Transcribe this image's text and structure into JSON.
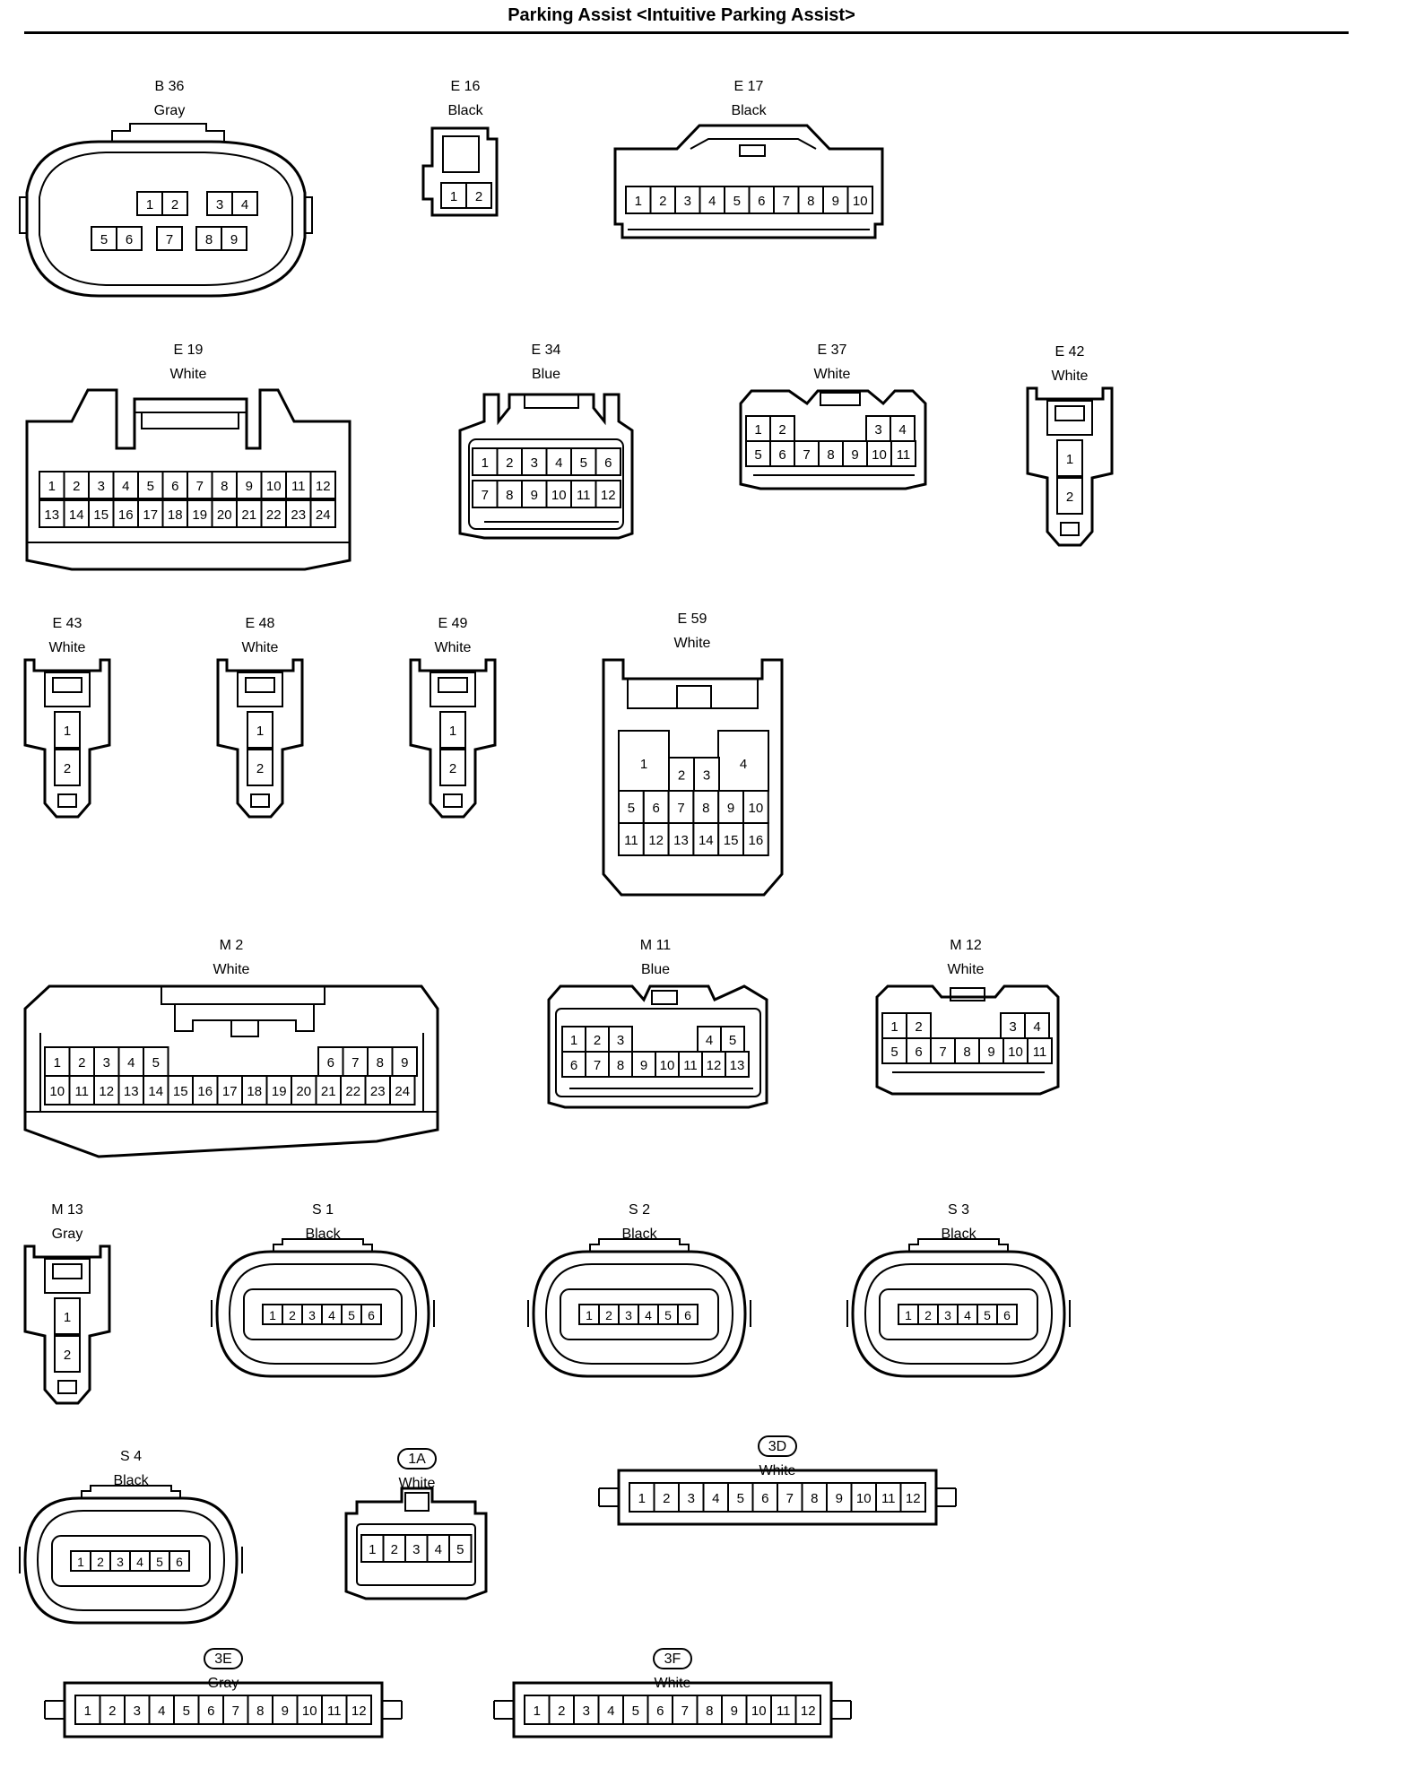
{
  "title": "Parking Assist <Intuitive Parking Assist>",
  "connectors": [
    {
      "id": "B 36",
      "color": "Gray",
      "kind": "oval9",
      "pins": [
        "1",
        "2",
        "3",
        "4",
        "5",
        "6",
        "7",
        "8",
        "9"
      ]
    },
    {
      "id": "E 16",
      "color": "Black",
      "kind": "small2h",
      "pins": [
        "1",
        "2"
      ]
    },
    {
      "id": "E 17",
      "color": "Black",
      "kind": "row10",
      "pins": [
        "1",
        "2",
        "3",
        "4",
        "5",
        "6",
        "7",
        "8",
        "9",
        "10"
      ]
    },
    {
      "id": "E 19",
      "color": "White",
      "kind": "grid24",
      "pins": [
        "1",
        "2",
        "3",
        "4",
        "5",
        "6",
        "7",
        "8",
        "9",
        "10",
        "11",
        "12",
        "13",
        "14",
        "15",
        "16",
        "17",
        "18",
        "19",
        "20",
        "21",
        "22",
        "23",
        "24"
      ]
    },
    {
      "id": "E 34",
      "color": "Blue",
      "kind": "grid12",
      "pins": [
        "1",
        "2",
        "3",
        "4",
        "5",
        "6",
        "7",
        "8",
        "9",
        "10",
        "11",
        "12"
      ]
    },
    {
      "id": "E 37",
      "color": "White",
      "kind": "grid11",
      "pins": [
        "1",
        "2",
        "3",
        "4",
        "5",
        "6",
        "7",
        "8",
        "9",
        "10",
        "11"
      ]
    },
    {
      "id": "E 42",
      "color": "White",
      "kind": "vert2",
      "pins": [
        "1",
        "2"
      ]
    },
    {
      "id": "E 43",
      "color": "White",
      "kind": "vert2",
      "pins": [
        "1",
        "2"
      ]
    },
    {
      "id": "E 48",
      "color": "White",
      "kind": "vert2",
      "pins": [
        "1",
        "2"
      ]
    },
    {
      "id": "E 49",
      "color": "White",
      "kind": "vert2",
      "pins": [
        "1",
        "2"
      ]
    },
    {
      "id": "E 59",
      "color": "White",
      "kind": "grid16",
      "pins": [
        "1",
        "2",
        "3",
        "4",
        "5",
        "6",
        "7",
        "8",
        "9",
        "10",
        "11",
        "12",
        "13",
        "14",
        "15",
        "16"
      ]
    },
    {
      "id": "M 2",
      "color": "White",
      "kind": "grid24b",
      "pins": [
        "1",
        "2",
        "3",
        "4",
        "5",
        "6",
        "7",
        "8",
        "9",
        "10",
        "11",
        "12",
        "13",
        "14",
        "15",
        "16",
        "17",
        "18",
        "19",
        "20",
        "21",
        "22",
        "23",
        "24"
      ]
    },
    {
      "id": "M 11",
      "color": "Blue",
      "kind": "grid13",
      "pins": [
        "1",
        "2",
        "3",
        "4",
        "5",
        "6",
        "7",
        "8",
        "9",
        "10",
        "11",
        "12",
        "13"
      ]
    },
    {
      "id": "M 12",
      "color": "White",
      "kind": "grid11b",
      "pins": [
        "1",
        "2",
        "3",
        "4",
        "5",
        "6",
        "7",
        "8",
        "9",
        "10",
        "11"
      ]
    },
    {
      "id": "M 13",
      "color": "Gray",
      "kind": "vert2",
      "pins": [
        "1",
        "2"
      ]
    },
    {
      "id": "S 1",
      "color": "Black",
      "kind": "oval6",
      "pins": [
        "1",
        "2",
        "3",
        "4",
        "5",
        "6"
      ]
    },
    {
      "id": "S 2",
      "color": "Black",
      "kind": "oval6",
      "pins": [
        "1",
        "2",
        "3",
        "4",
        "5",
        "6"
      ]
    },
    {
      "id": "S 3",
      "color": "Black",
      "kind": "oval6",
      "pins": [
        "1",
        "2",
        "3",
        "4",
        "5",
        "6"
      ]
    },
    {
      "id": "S 4",
      "color": "Black",
      "kind": "oval6",
      "pins": [
        "1",
        "2",
        "3",
        "4",
        "5",
        "6"
      ]
    },
    {
      "id": "1A",
      "color": "White",
      "kind": "row5",
      "circled": true,
      "pins": [
        "1",
        "2",
        "3",
        "4",
        "5"
      ]
    },
    {
      "id": "3D",
      "color": "White",
      "kind": "bar12",
      "circled": true,
      "pins": [
        "1",
        "2",
        "3",
        "4",
        "5",
        "6",
        "7",
        "8",
        "9",
        "10",
        "11",
        "12"
      ]
    },
    {
      "id": "3E",
      "color": "Gray",
      "kind": "bar12",
      "circled": true,
      "pins": [
        "1",
        "2",
        "3",
        "4",
        "5",
        "6",
        "7",
        "8",
        "9",
        "10",
        "11",
        "12"
      ]
    },
    {
      "id": "3F",
      "color": "White",
      "kind": "bar12",
      "circled": true,
      "pins": [
        "1",
        "2",
        "3",
        "4",
        "5",
        "6",
        "7",
        "8",
        "9",
        "10",
        "11",
        "12"
      ]
    }
  ]
}
